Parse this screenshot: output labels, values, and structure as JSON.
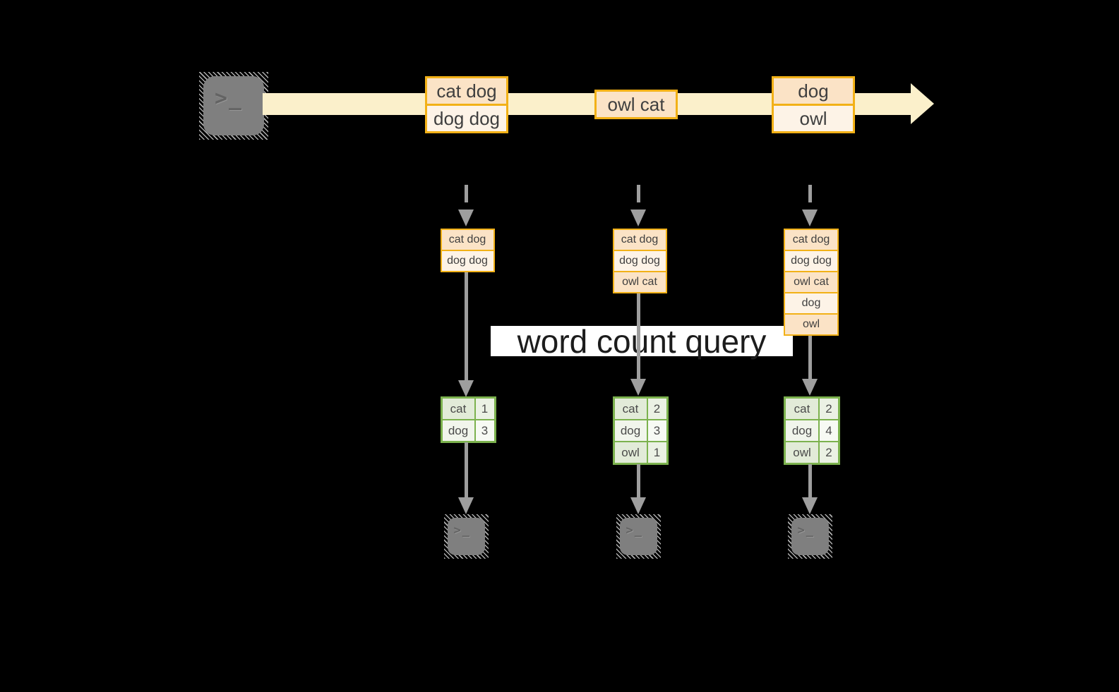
{
  "colors": {
    "background": "#000000",
    "stream_yellow": "#fbf0cb",
    "orange_border": "#f2b117",
    "peach_dark": "#fbe3c6",
    "peach_light": "#fdf3e7",
    "green_border": "#7cb24e",
    "green_cell_dark": "#e2ebd8",
    "green_cell_light": "#f1f5ec",
    "arrow_gray": "#9e9e9e",
    "terminal_gray": "#7f7f7f",
    "text_dark": "#3f3f3f",
    "query_text": "#1c1c1c"
  },
  "source_terminal": {
    "glyph": ">_"
  },
  "stream": {
    "boxes": [
      {
        "cells": [
          "cat dog",
          "dog dog"
        ]
      },
      {
        "cells": [
          "owl cat"
        ]
      },
      {
        "cells": [
          "dog",
          "owl"
        ]
      }
    ]
  },
  "state_boxes": [
    {
      "cells": [
        "cat dog",
        "dog dog"
      ]
    },
    {
      "cells": [
        "cat dog",
        "dog dog",
        "owl cat"
      ]
    },
    {
      "cells": [
        "cat dog",
        "dog dog",
        "owl cat",
        "dog",
        "owl"
      ]
    }
  ],
  "query_band": {
    "label": "word count query"
  },
  "count_tables": [
    {
      "rows": [
        [
          "cat",
          "1"
        ],
        [
          "dog",
          "3"
        ]
      ]
    },
    {
      "rows": [
        [
          "cat",
          "2"
        ],
        [
          "dog",
          "3"
        ],
        [
          "owl",
          "1"
        ]
      ]
    },
    {
      "rows": [
        [
          "cat",
          "2"
        ],
        [
          "dog",
          "4"
        ],
        [
          "owl",
          "2"
        ]
      ]
    }
  ],
  "sink_terminals": [
    {
      "glyph": ">_"
    },
    {
      "glyph": ">_"
    },
    {
      "glyph": ">_"
    }
  ]
}
